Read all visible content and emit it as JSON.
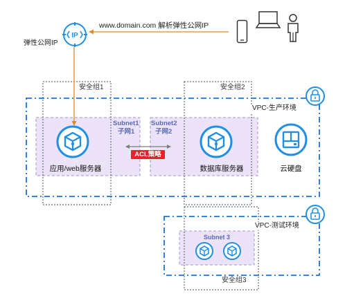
{
  "internet": {
    "url_label": "www.domain.com 解析弹性公网IP",
    "eip_label": "弹性公网IP",
    "eip_icon_text": "IP",
    "clients": [
      "phone-icon",
      "laptop-icon",
      "user-icon"
    ]
  },
  "security_groups": {
    "sg1": "安全组1",
    "sg2": "安全组2",
    "sg3": "安全组3"
  },
  "vpc": {
    "prod": "VPC-生产环境",
    "test": "VPC-测试环境"
  },
  "subnets": {
    "subnet1_en": "Subnet1",
    "subnet1_cn": "子网1",
    "subnet2_en": "Subnet2",
    "subnet2_cn": "子网2",
    "subnet3_en": "Subnet 3"
  },
  "acl": {
    "label": "ACL策略"
  },
  "nodes": {
    "web_server": "应用/web服务器",
    "db_server": "数据库服务器",
    "cloud_disk": "云硬盘"
  },
  "colors": {
    "primary_blue": "#1f8fe5",
    "vpc_border": "#1a72d6",
    "subnet_fill": "#ece3f8",
    "subnet_border": "#a690d2",
    "sg_border": "#5f6f7f",
    "arrow_orange": "#e08a2a",
    "acl_red": "#e3242b"
  }
}
